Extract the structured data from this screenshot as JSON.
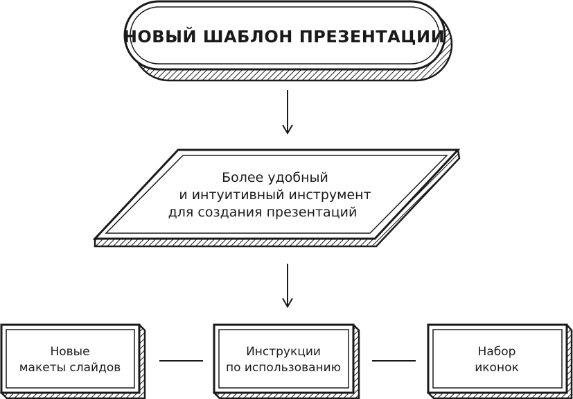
{
  "title": "НОВЫЙ ШАБЛОН ПРЕЗЕНТАЦИИ",
  "description": {
    "lines": [
      "Более удобный",
      "и интуитивный инструмент",
      "для создания презентаций"
    ]
  },
  "features": [
    {
      "lines": [
        "Новые",
        "макеты слайдов"
      ]
    },
    {
      "lines": [
        "Инструкции",
        "по использованию"
      ]
    },
    {
      "lines": [
        "Набор",
        "иконок"
      ]
    }
  ],
  "colors": {
    "stroke": "#1a1a1a",
    "fill": "#ffffff"
  }
}
